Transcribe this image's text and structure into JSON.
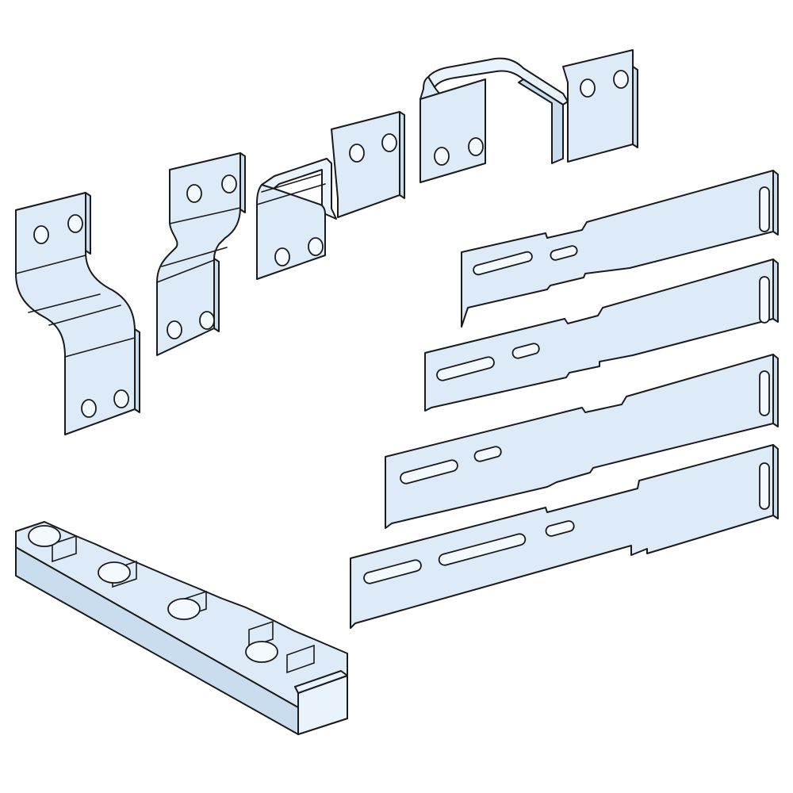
{
  "colors": {
    "background": "#ffffff",
    "fill": "#dcebf7",
    "fill_light": "#e9f3fb",
    "fill_dark": "#c9ddee",
    "stroke": "#1a1a1a"
  },
  "parts": [
    {
      "name": "tall-s-bend-busbar-connector",
      "holes": 4
    },
    {
      "name": "offset-busbar-connector",
      "holes": 4
    },
    {
      "name": "z-bend-busbar-connector",
      "holes": 4
    },
    {
      "name": "wide-z-bend-busbar-connector",
      "holes": 4
    },
    {
      "name": "slotted-extension-plate-1",
      "slots": 3
    },
    {
      "name": "slotted-extension-plate-2",
      "slots": 3
    },
    {
      "name": "slotted-extension-plate-3",
      "slots": 3
    },
    {
      "name": "slotted-extension-plate-4",
      "slots": 4
    },
    {
      "name": "notched-busbar-support",
      "holes": 4
    }
  ]
}
